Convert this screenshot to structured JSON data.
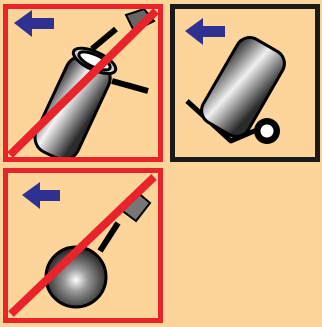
{
  "colors": {
    "background": "#fdd49a",
    "prohibit": "#e8232a",
    "allowed": "#1a1a1a",
    "arrow": "#2e3192"
  },
  "panels": [
    {
      "id": "p1",
      "state": "prohibited",
      "icon": "gas-cylinder-hand-lift-icon",
      "arrow": "left-arrow-icon"
    },
    {
      "id": "p2",
      "state": "allowed",
      "icon": "gas-cylinder-hand-truck-icon",
      "arrow": "left-arrow-icon"
    },
    {
      "id": "p3",
      "state": "prohibited",
      "icon": "gas-cylinder-roll-icon",
      "arrow": "left-arrow-icon"
    }
  ]
}
